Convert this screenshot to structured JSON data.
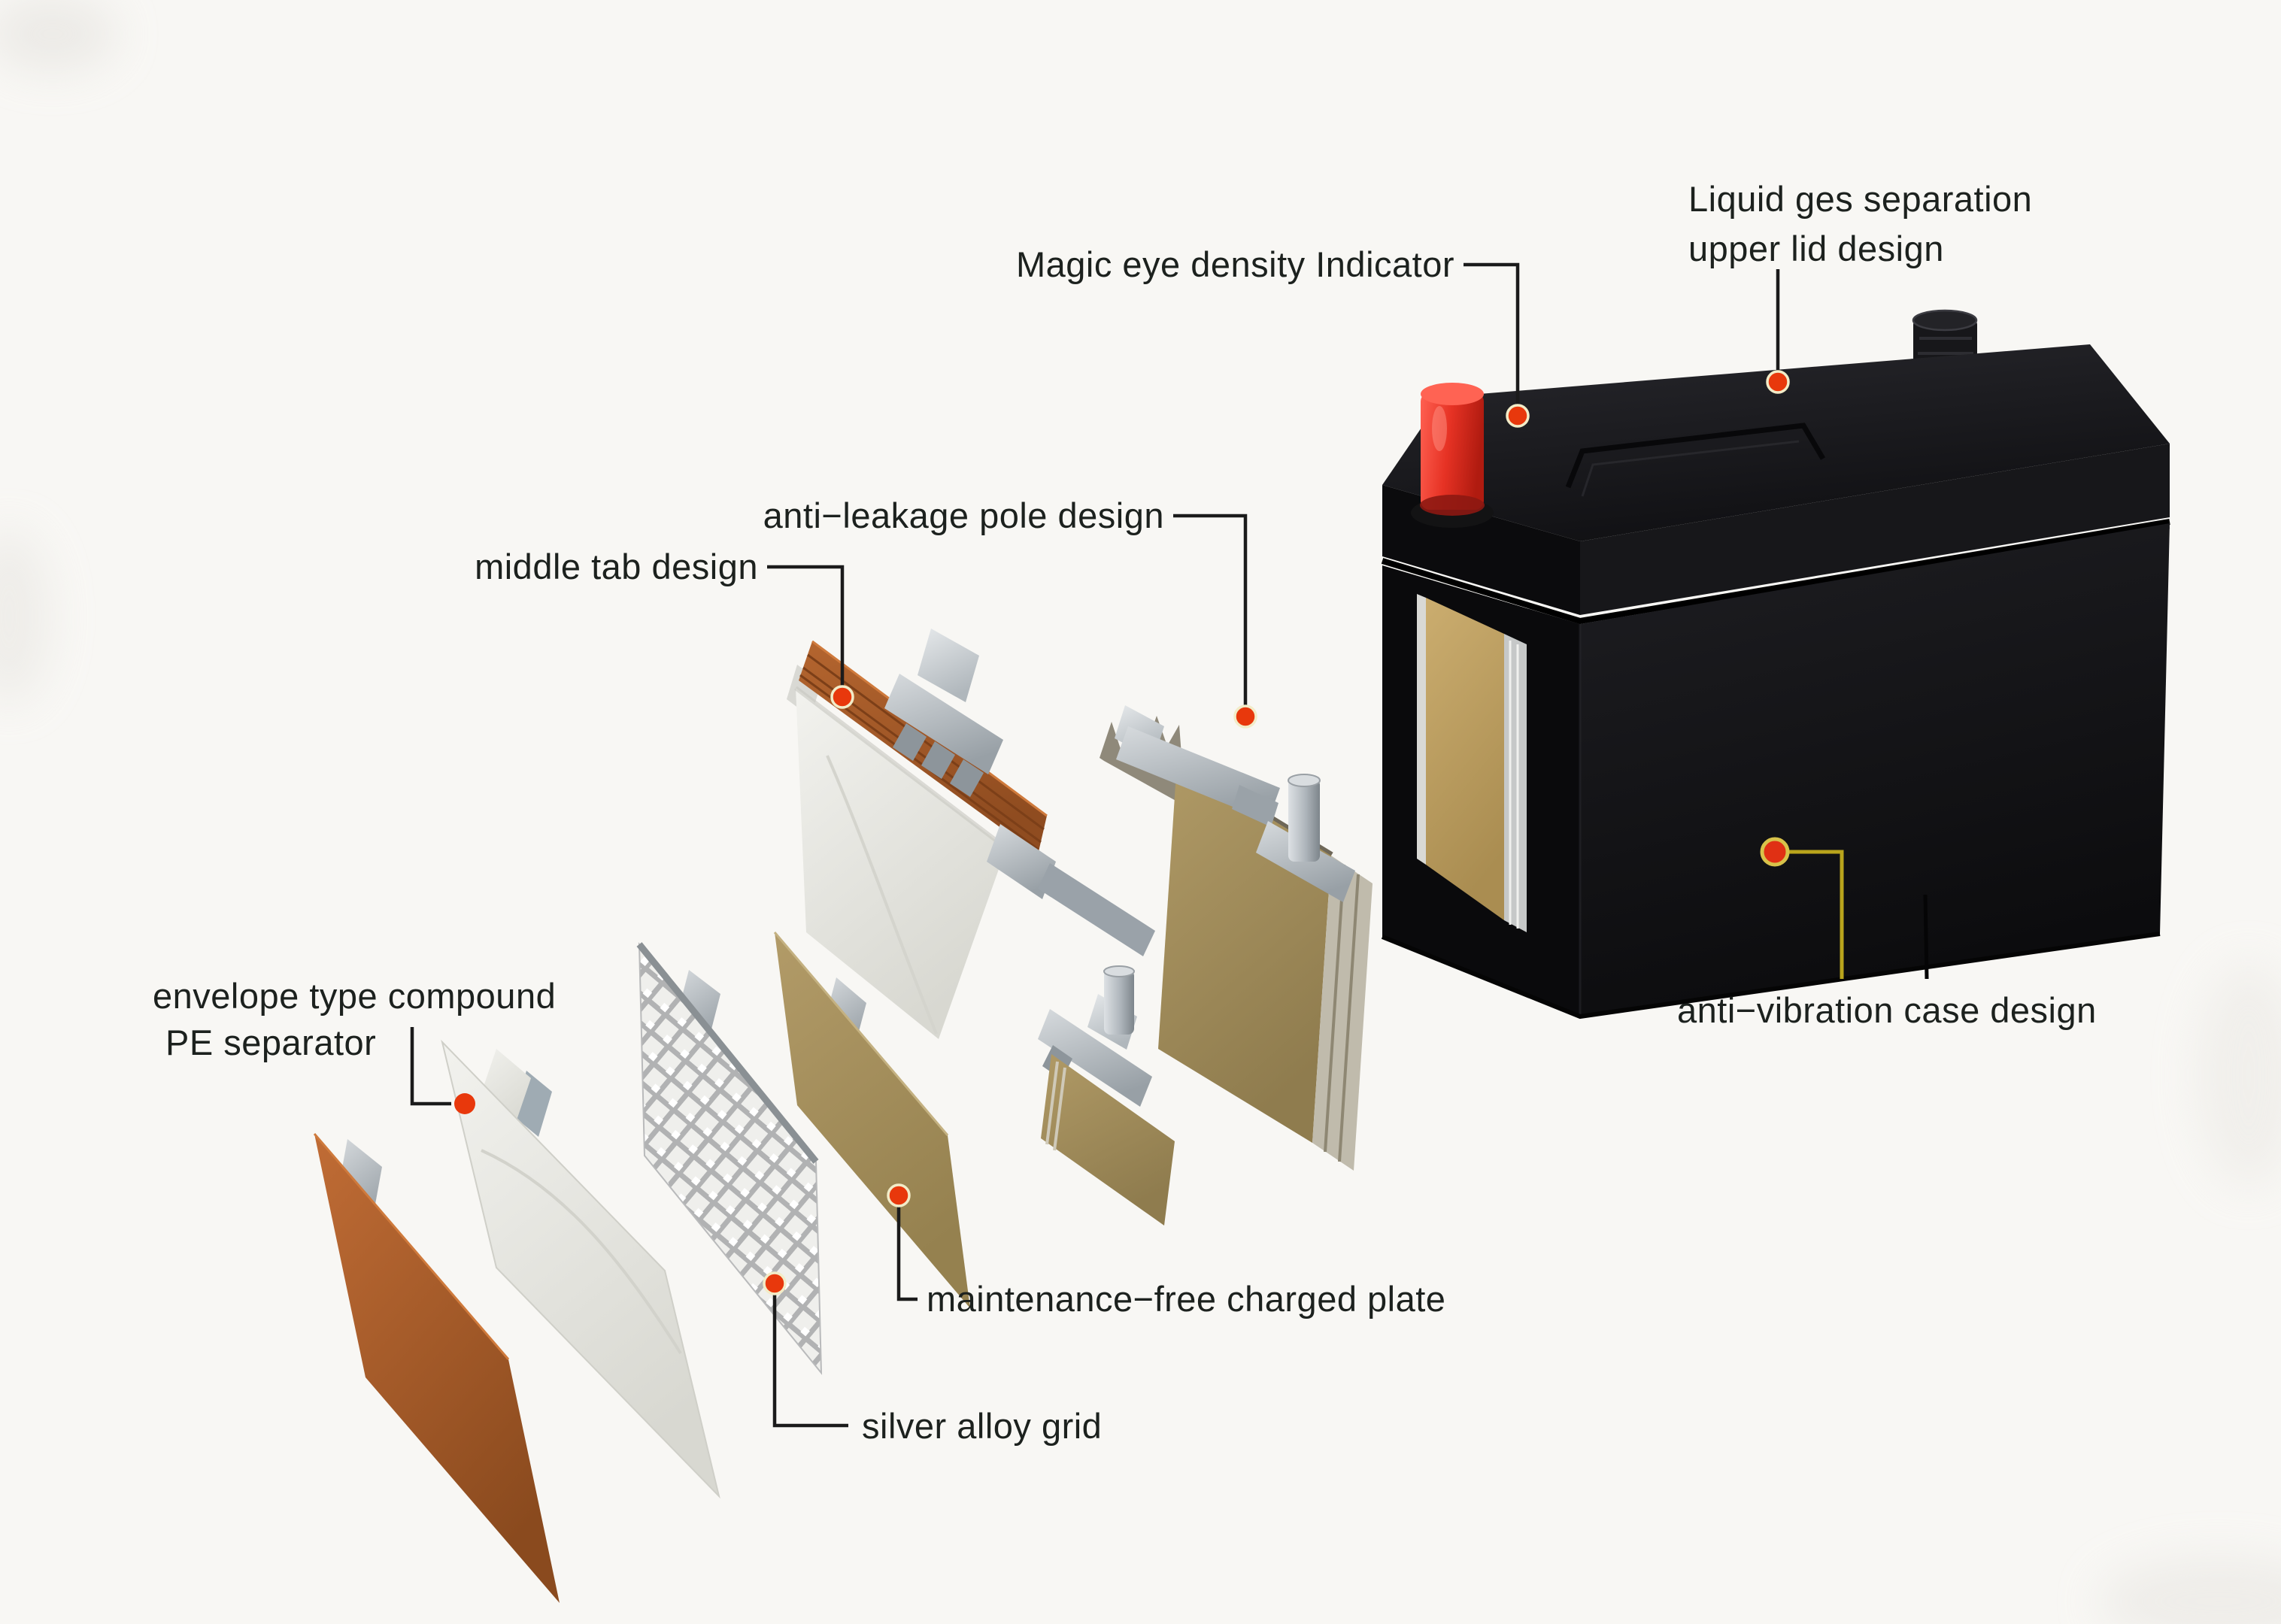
{
  "diagram": {
    "background_color": "#f8f7f4",
    "accent_dot_color": "#e8380c",
    "leader_line_color": "#1b1b1b",
    "vibration_line_color": "#b9a41c",
    "labels": {
      "magic_eye": "Magic eye density Indicator",
      "liquid_gas_line1": "Liquid ges separation",
      "liquid_gas_line2": "upper lid design",
      "anti_leakage": "anti−leakage pole design",
      "middle_tab": "middle tab design",
      "envelope_line1": "envelope type compound",
      "envelope_line2": "PE separator",
      "maintenance_free": "maintenance−free charged plate",
      "silver_alloy": "silver alloy grid",
      "anti_vibration": "anti−vibration case design"
    },
    "parts_colors": {
      "battery_case": "#121316",
      "terminal_positive": "#e23222",
      "terminal_negative": "#1a1a1e",
      "plate_orange": "#a9581f",
      "plate_white": "#e9e9e3",
      "plate_tan": "#a58f58",
      "grid_mesh": "#dfdfdd",
      "connector_metal": "#b0b7bd",
      "case_window_tan": "#c2a263"
    }
  }
}
